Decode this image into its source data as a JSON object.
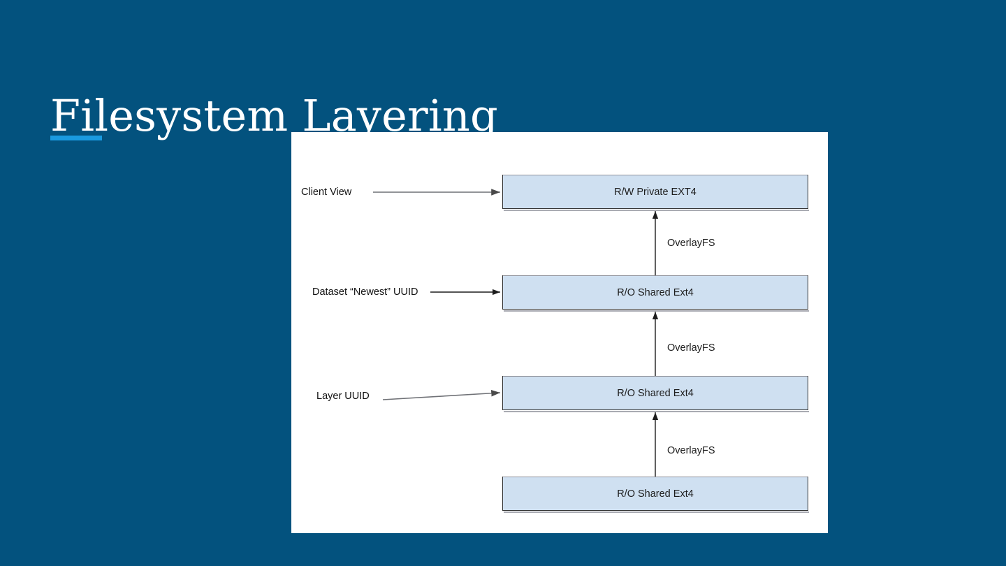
{
  "slide": {
    "title": "Filesystem Layering",
    "background_color": "#03527e",
    "accent_color": "#1a9ae0",
    "title_color": "#ffffff"
  },
  "diagram": {
    "card_background": "#ffffff",
    "box_fill": "#cfe0f1",
    "box_border": "#333333",
    "boxes": [
      {
        "label": "R/W Private EXT4"
      },
      {
        "label": "R/O Shared Ext4"
      },
      {
        "label": "R/O Shared Ext4"
      },
      {
        "label": "R/O Shared Ext4"
      }
    ],
    "side_labels": [
      {
        "label": "Client View"
      },
      {
        "label": "Dataset “Newest” UUID"
      },
      {
        "label": "Layer UUID"
      }
    ],
    "edge_labels": [
      {
        "label": "OverlayFS"
      },
      {
        "label": "OverlayFS"
      },
      {
        "label": "OverlayFS"
      }
    ]
  }
}
